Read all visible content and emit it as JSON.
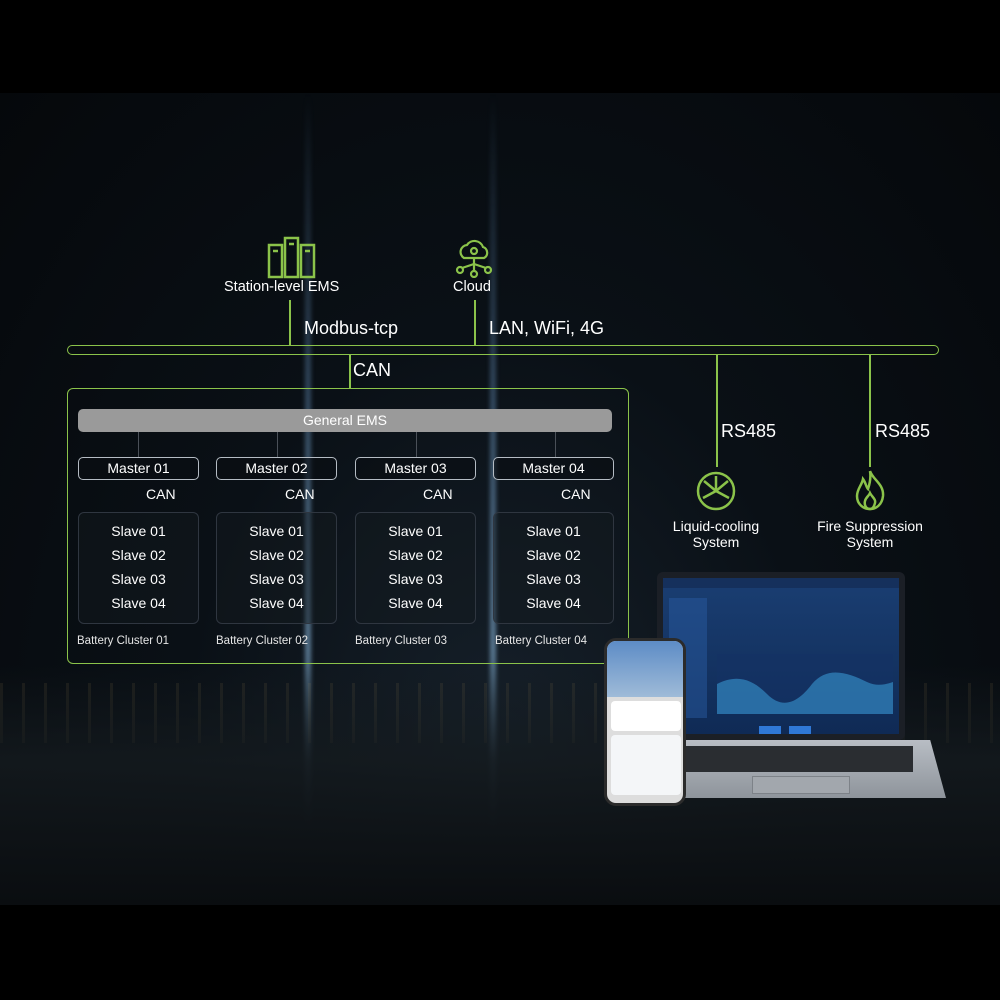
{
  "top": {
    "station_ems": "Station-level EMS",
    "cloud": "Cloud",
    "modbus": "Modbus-tcp",
    "lan": "LAN, WiFi, 4G",
    "can_main": "CAN"
  },
  "right": {
    "rs485_a": "RS485",
    "rs485_b": "RS485",
    "liquid_line1": "Liquid-cooling",
    "liquid_line2": "System",
    "fire_line1": "Fire Suppression",
    "fire_line2": "System"
  },
  "ems": {
    "general": "General EMS",
    "clusters": [
      {
        "master": "Master 01",
        "can": "CAN",
        "slaves": [
          "Slave 01",
          "Slave 02",
          "Slave 03",
          "Slave 04"
        ],
        "label": "Battery Cluster 01"
      },
      {
        "master": "Master 02",
        "can": "CAN",
        "slaves": [
          "Slave 01",
          "Slave 02",
          "Slave 03",
          "Slave 04"
        ],
        "label": "Battery Cluster 02"
      },
      {
        "master": "Master 03",
        "can": "CAN",
        "slaves": [
          "Slave 01",
          "Slave 02",
          "Slave 03",
          "Slave 04"
        ],
        "label": "Battery Cluster 03"
      },
      {
        "master": "Master 04",
        "can": "CAN",
        "slaves": [
          "Slave 01",
          "Slave 02",
          "Slave 03",
          "Slave 04"
        ],
        "label": "Battery Cluster 04"
      }
    ]
  },
  "colors": {
    "accent_green": "#8bc34a",
    "general_bar": "#9a9a9a"
  },
  "icons": [
    "server-rack-icon",
    "cloud-network-icon",
    "liquid-cooling-icon",
    "flame-icon",
    "phone-device",
    "laptop-device"
  ]
}
